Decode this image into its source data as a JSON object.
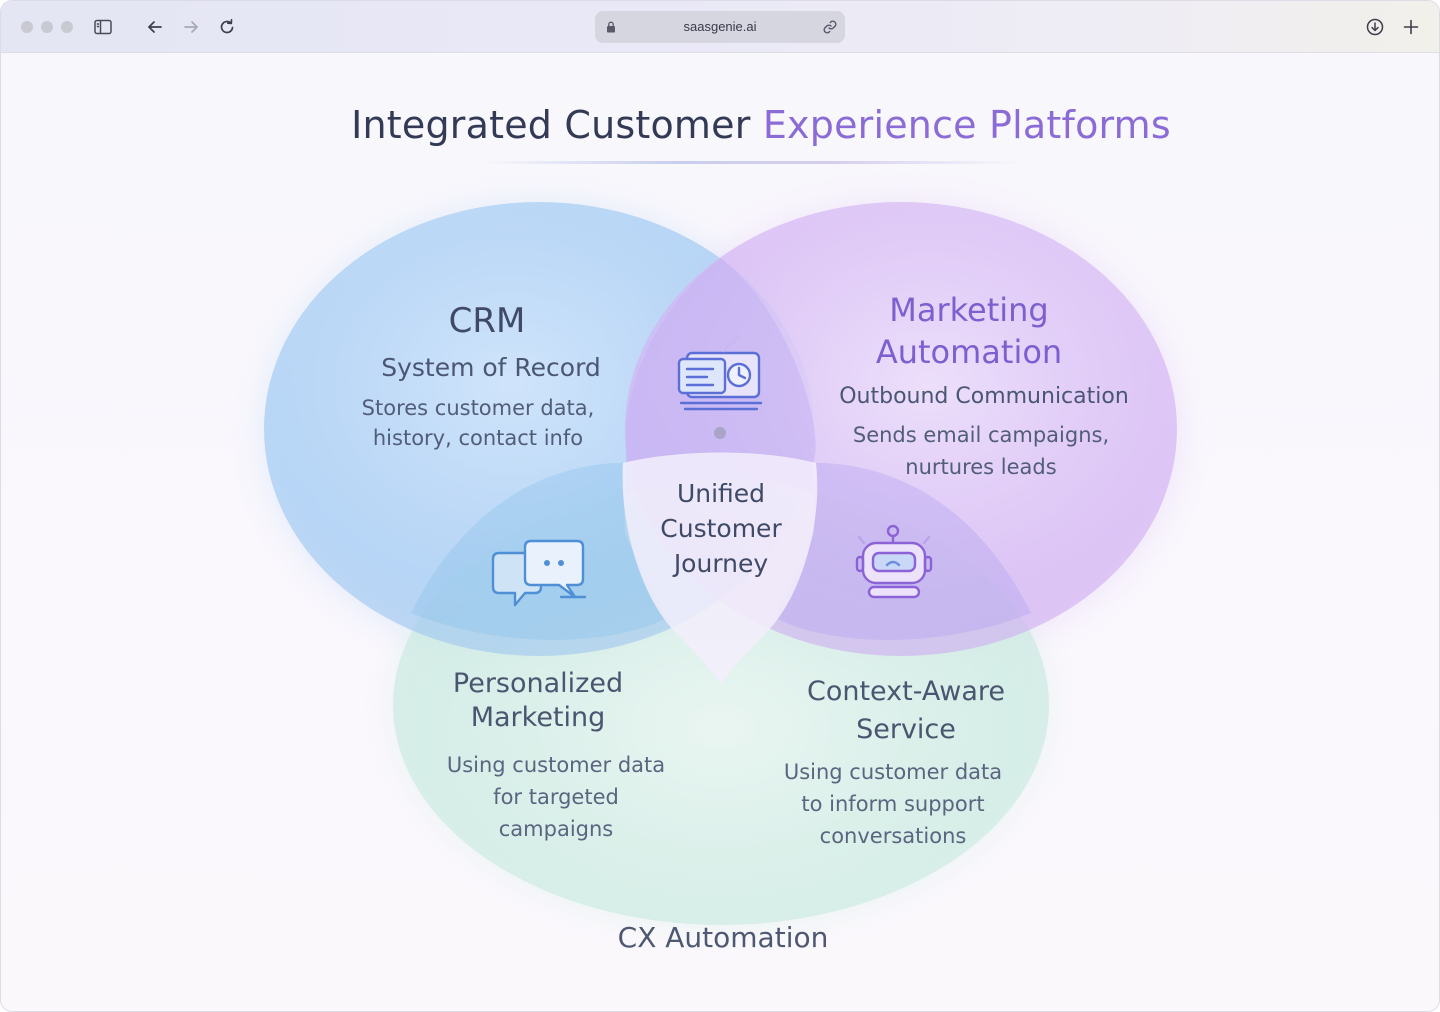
{
  "browser": {
    "url": "saasgenie.ai",
    "icons": [
      "sidebar-toggle-icon",
      "back-arrow-icon",
      "forward-arrow-icon",
      "reload-icon",
      "lock-icon",
      "link-icon",
      "download-icon",
      "new-tab-plus-icon"
    ]
  },
  "page": {
    "title_main": "Integrated Customer ",
    "title_accent": "Experience Platforms"
  },
  "diagram": {
    "crm": {
      "heading": "CRM",
      "subheading": "System of Record",
      "description_line1": "Stores customer data,",
      "description_line2": "history, contact info"
    },
    "marketing_automation": {
      "heading_line1": "Marketing",
      "heading_line2": "Automation",
      "subheading": "Outbound Communication",
      "description_line1": "Sends email campaigns,",
      "description_line2": "nurtures leads"
    },
    "cx_automation": {
      "heading": "CX Automation"
    },
    "center": {
      "line1": "Unified",
      "line2": "Customer",
      "line3": "Journey"
    },
    "personalized_marketing": {
      "heading_line1": "Personalized",
      "heading_line2": "Marketing",
      "description_line1": "Using customer data",
      "description_line2": "for targeted",
      "description_line3": "campaigns"
    },
    "context_aware_service": {
      "heading_line1": "Context-Aware",
      "heading_line2": "Service",
      "description_line1": "Using customer data",
      "description_line2": "to inform support",
      "description_line3": "conversations"
    },
    "icons": [
      "email-analytics-icon",
      "chat-bubbles-icon",
      "robot-icon"
    ],
    "colors": {
      "crm_blue": "#9cc8f2",
      "marketing_purple": "#cda9f2",
      "cx_green": "#bfe6dc",
      "heading_dark": "#3f4a66",
      "accent_purple": "#8b6bd6"
    }
  }
}
